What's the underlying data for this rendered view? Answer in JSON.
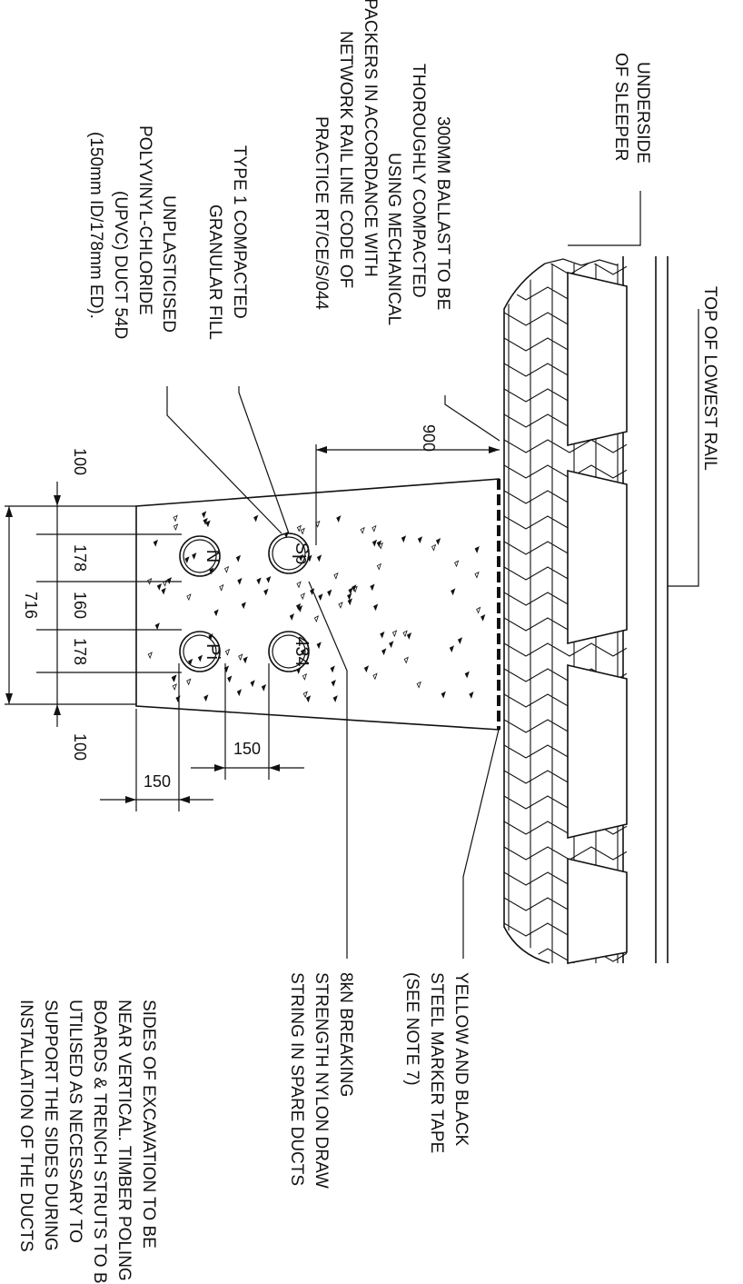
{
  "labels": {
    "top_rail": "TOP OF LOWEST RAIL",
    "underside": [
      "UNDERSIDE",
      "OF SLEEPER"
    ],
    "ballast": [
      "300MM BALLAST TO BE",
      "THOROUGHLY COMPACTED",
      "USING MECHANICAL",
      "PACKERS IN ACCORDANCE WITH",
      "NETWORK RAIL LINE CODE OF",
      "PRACTICE RT/CE/S/044"
    ],
    "type1": [
      "TYPE 1 COMPACTED",
      "GRANULAR FILL"
    ],
    "upvc": [
      "UNPLASTICISED",
      "POLYVINYL-CHLORIDE",
      "(UPVC) DUCT 54D",
      "(150mm ID/178mm ED)."
    ],
    "marker_tape": [
      "YELLOW AND BLACK",
      "STEEL MARKER TAPE",
      "(SEE NOTE 7)"
    ],
    "draw_string": [
      "8kN BREAKING",
      "STRENGTH NYLON DRAW",
      "STRING IN SPARE DUCTS"
    ],
    "excavation": [
      "SIDES OF EXCAVATION TO BE",
      "NEAR VERTICAL. TIMBER POLING",
      "BOARDS & TRENCH STRUTS TO BE",
      "UTILISED AS NECESSARY TO",
      "SUPPORT THE SIDES DURING",
      "INSTALLATION OF THE DUCTS"
    ]
  },
  "ducts": {
    "sp": "Sp",
    "n": "N",
    "d434": "434",
    "pi": "Pi"
  },
  "dimensions": {
    "d900": "900",
    "d100a": "100",
    "d178a": "178",
    "d160": "160",
    "d178b": "178",
    "d100b": "100",
    "d716": "716",
    "d150a": "150",
    "d150b": "150"
  }
}
